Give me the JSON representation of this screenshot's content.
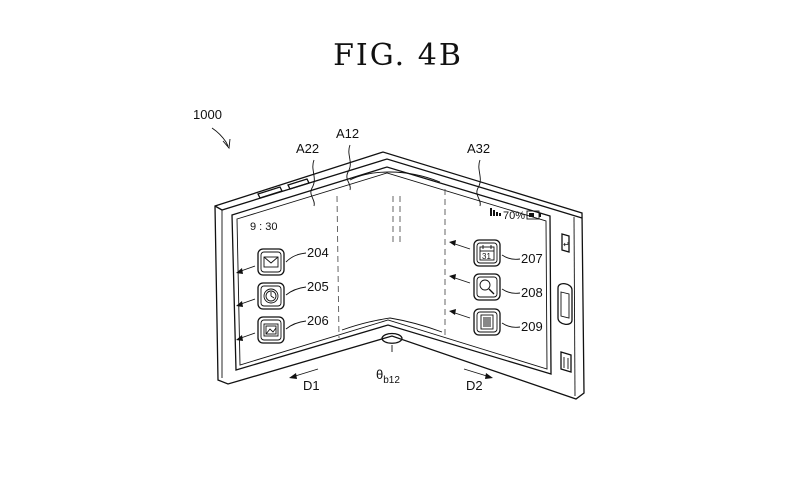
{
  "figure": {
    "title": "FIG. 4B",
    "device_ref": "1000"
  },
  "areas": {
    "left": "A22",
    "middle": "A12",
    "right": "A32"
  },
  "status_bar": {
    "time": "9 : 30",
    "battery": "70%"
  },
  "icons_left": [
    {
      "ref": "204",
      "icon": "mail-icon"
    },
    {
      "ref": "205",
      "icon": "clock-icon"
    },
    {
      "ref": "206",
      "icon": "gallery-icon"
    }
  ],
  "icons_right": [
    {
      "ref": "207",
      "icon": "calendar-icon",
      "text": "31"
    },
    {
      "ref": "208",
      "icon": "search-icon"
    },
    {
      "ref": "209",
      "icon": "document-icon"
    }
  ],
  "directions": {
    "left": "D1",
    "right": "D2"
  },
  "angle": {
    "symbol": "θ",
    "subscript": "b12"
  }
}
